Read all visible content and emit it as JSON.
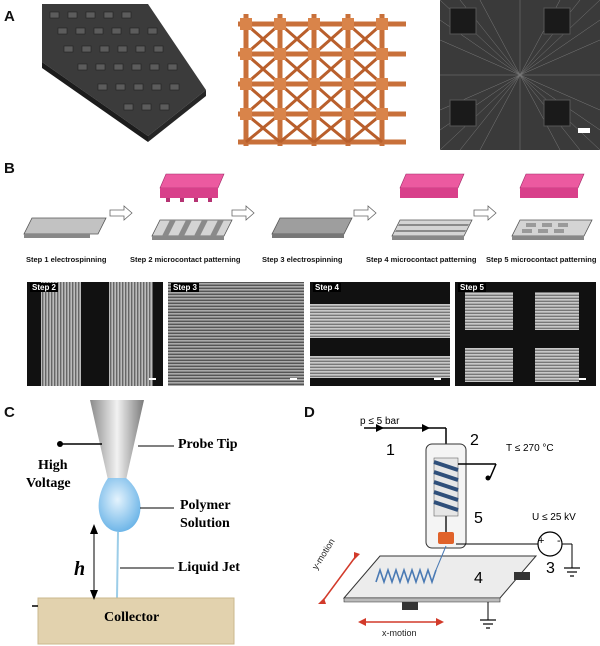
{
  "panels": {
    "a": {
      "label": "A"
    },
    "b": {
      "label": "B",
      "steps": [
        {
          "caption": "Step 1  electrospinning"
        },
        {
          "caption": "Step 2  microcontact patterning"
        },
        {
          "caption": "Step 3  electrospinning"
        },
        {
          "caption": "Step 4  microcontact patterning"
        },
        {
          "caption": "Step 5  microcontact  patterning"
        }
      ],
      "micrographs": [
        {
          "label": "Step 2"
        },
        {
          "label": "Step 3"
        },
        {
          "label": "Step 4"
        },
        {
          "label": "Step 5"
        }
      ]
    },
    "c": {
      "label": "C",
      "probe_tip": "Probe Tip",
      "high_voltage_1": "High",
      "high_voltage_2": "Voltage",
      "polymer_1": "Polymer",
      "polymer_2": "Solution",
      "liquid_jet": "Liquid Jet",
      "height": "h",
      "collector": "Collector"
    },
    "d": {
      "label": "D",
      "pressure": "p ≤ 5 bar",
      "temperature": "T ≤ 270 °C",
      "voltage": "U ≤ 25 kV",
      "n1": "1",
      "n2": "2",
      "n3": "3",
      "n4": "4",
      "n5": "5",
      "y_motion": "y-motion",
      "x_motion": "x-motion",
      "plus": "+",
      "minus": "-"
    }
  },
  "colors": {
    "magenta": "#e0408a",
    "copper": "#c8703a",
    "collector": "#e2d2ae",
    "jet_blue": "#8fc8ee",
    "red_arrow": "#d23a2a"
  }
}
